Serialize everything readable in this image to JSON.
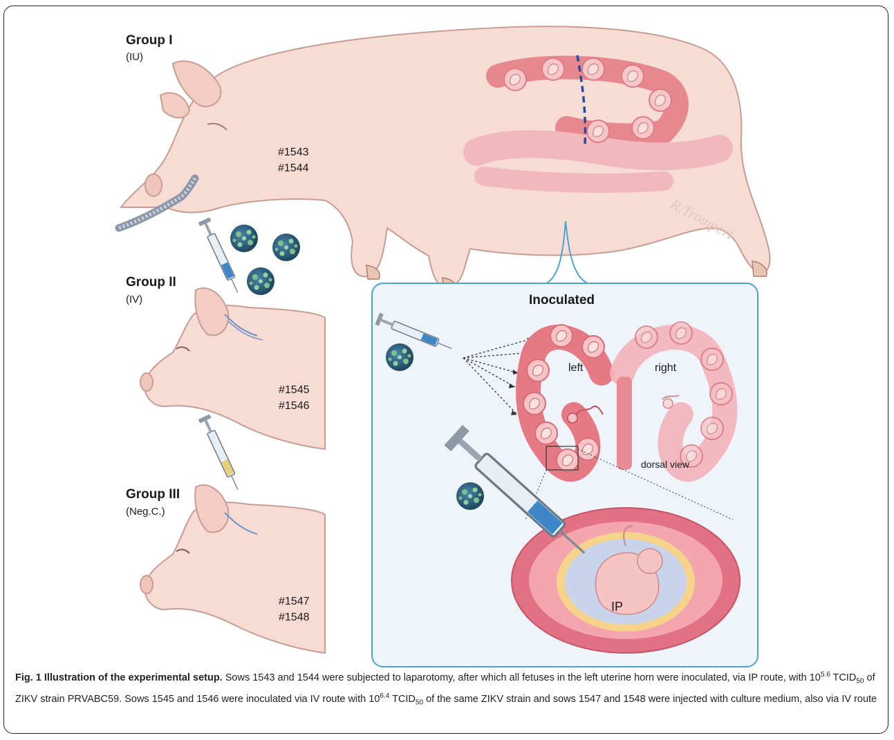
{
  "groups": [
    {
      "title": "Group I",
      "route": "(IU)",
      "ids": [
        "#1543",
        "#1544"
      ]
    },
    {
      "title": "Group II",
      "route": "(IV)",
      "ids": [
        "#1545",
        "#1546"
      ]
    },
    {
      "title": "Group III",
      "route": "(Neg.C.)",
      "ids": [
        "#1547",
        "#1548"
      ]
    }
  ],
  "inset": {
    "title": "Inoculated",
    "left_label": "left",
    "right_label": "right",
    "dorsal_label": "dorsal view",
    "ip_label": "IP"
  },
  "signature": "R.Trompert",
  "caption": {
    "heading": "Fig. 1 Illustration of the experimental setup.",
    "p1": " Sows 1543 and 1544 were subjected to laparotomy, after which all fetuses in the left uterine horn were inoculated, via IP route, with 10",
    "exp1": "5.6",
    "p2": " TCID",
    "sub1": "50",
    "p3": " of ZIKV strain PRVABC59. Sows 1545 and 1546 were inoculated via IV route with 10",
    "exp2": "6.4",
    "p4": " TCID",
    "sub2": "50",
    "p5": " of the same ZIKV strain and sows 1547 and 1548 were injected with culture medium, also via IV route"
  },
  "colors": {
    "pig_skin": "#f7dcd4",
    "pig_outline": "#c89c92",
    "uterus": "#e57a84",
    "uterus_light": "#f2b3ba",
    "inset_border": "#4aa3d8",
    "inset_bg": "#eef4fa",
    "incision": "#1f4fa0",
    "virus": "#2c5a78"
  }
}
